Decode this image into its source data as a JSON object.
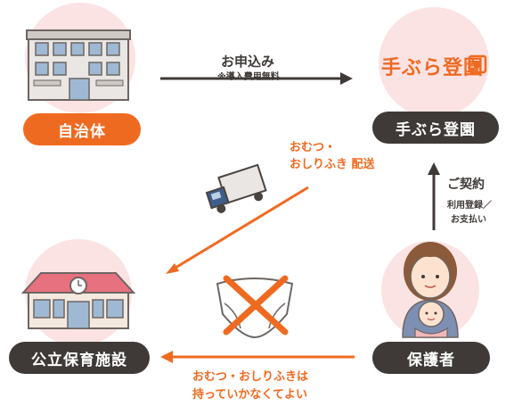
{
  "nodes": {
    "municipality": "自治体",
    "tebura": "手ぶら登園",
    "nursery": "公立保育施設",
    "guardian": "保護者",
    "tebura_logo": "手ぶら登園"
  },
  "edges": {
    "apply": "お申込み",
    "apply_note": "※導入費用無料",
    "deliver_line1": "おむつ・",
    "deliver_line2": "おしりふき 配送",
    "contract": "ご契約",
    "contract_note_line1": "利用登録／",
    "contract_note_line2": "お支払い",
    "bring_line1": "おむつ・おしりふきは",
    "bring_line2": "持っていかなくてよい"
  },
  "colors": {
    "orange": "#ef6a21",
    "dark": "#3f3a37",
    "pink_circle": "#fbe3e3"
  },
  "icons": [
    "municipal-building-icon",
    "delivery-truck-icon",
    "nursery-school-icon",
    "crossed-diaper-icon",
    "parent-with-baby-icon"
  ]
}
